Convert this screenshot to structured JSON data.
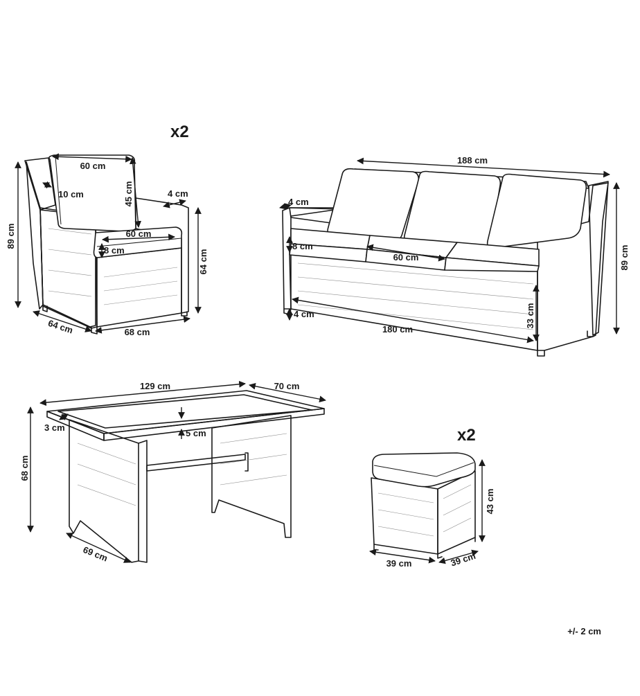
{
  "armchair": {
    "quantity": "x2",
    "dims": {
      "backrest_width": "60 cm",
      "backrest_thickness": "10 cm",
      "backrest_height": "45 cm",
      "arm_width": "4 cm",
      "seat_width": "60 cm",
      "cushion_thickness": "8 cm",
      "total_height": "89 cm",
      "arm_height": "64 cm",
      "depth": "64 cm",
      "width": "68 cm"
    }
  },
  "sofa": {
    "dims": {
      "width": "188 cm",
      "arm_width": "4 cm",
      "cushion_thickness": "8 cm",
      "seat_cushion_width": "60 cm",
      "height": "89 cm",
      "leg_height": "4 cm",
      "seat_length": "180 cm",
      "seat_height": "33 cm"
    }
  },
  "table": {
    "dims": {
      "length": "129 cm",
      "width": "70 cm",
      "frame_border": "3 cm",
      "top_thickness": "5 cm",
      "height": "68 cm",
      "base_depth": "69 cm"
    }
  },
  "footstool": {
    "quantity": "x2",
    "dims": {
      "height": "43 cm",
      "width": "39 cm",
      "depth": "39 cm"
    }
  },
  "tolerance": "+/- 2 cm"
}
